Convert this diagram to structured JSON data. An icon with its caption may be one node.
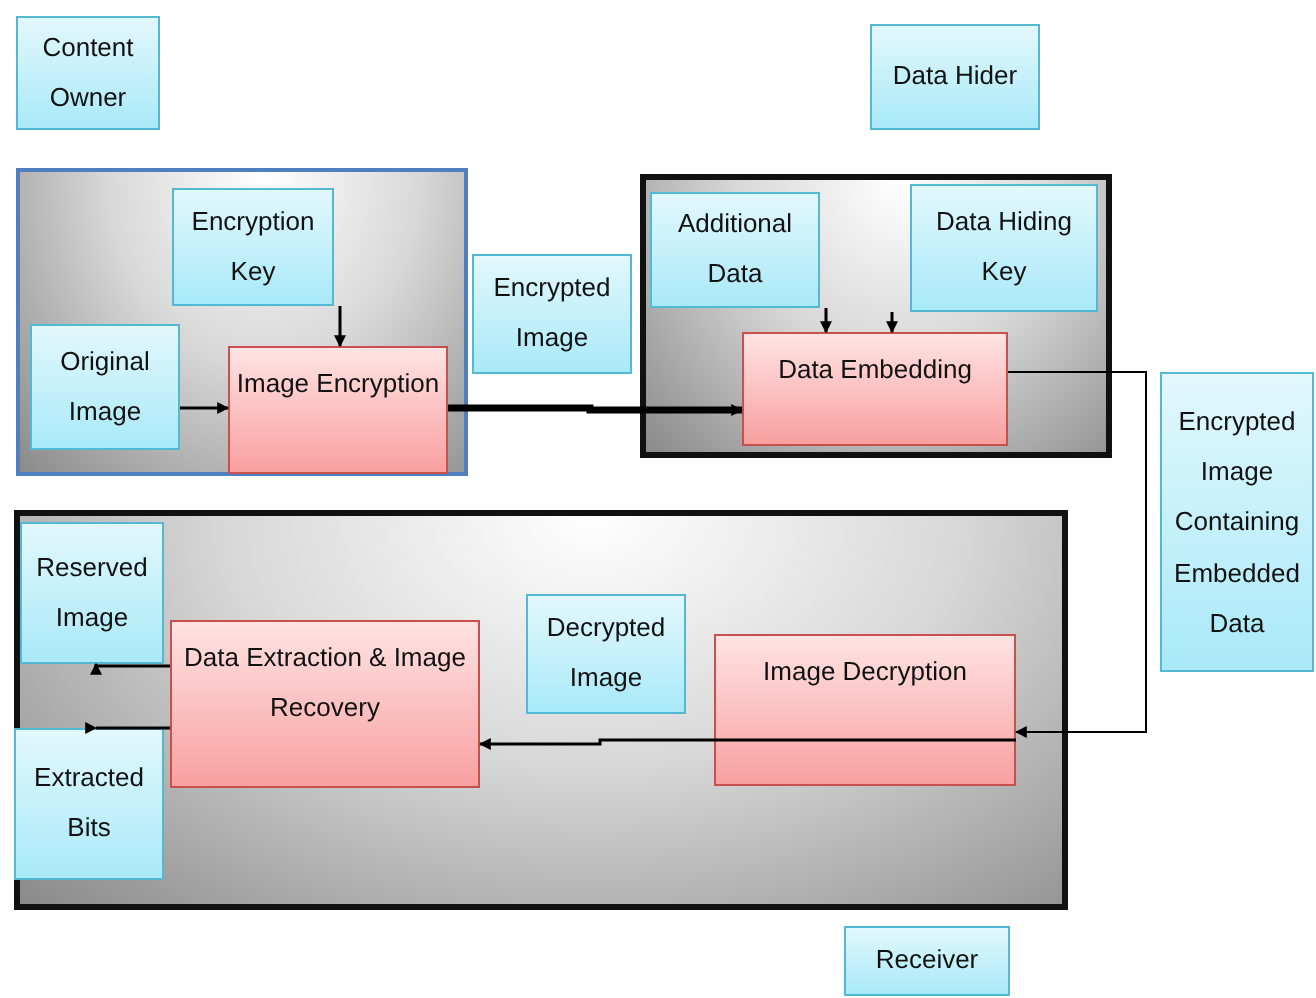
{
  "diagram": {
    "nodes": [
      {
        "text": [
          "Content Owner"
        ]
      },
      {
        "text": [
          "Data Hider"
        ]
      },
      {
        "text": [],
        "shape": "box"
      },
      {
        "text": [
          "Encryption Key"
        ],
        "in": 2
      },
      {
        "text": [
          "Original Image"
        ],
        "in": 2
      },
      {
        "text": [
          "Image Encryption"
        ],
        "in": 2
      },
      {
        "text": [
          "Encrypted Image"
        ]
      },
      {
        "text": [],
        "shape": "box"
      },
      {
        "text": [
          "Additional Data"
        ],
        "in": 7
      },
      {
        "text": [
          "Data Hiding Key"
        ],
        "in": 7
      },
      {
        "text": [
          "Data Embedding"
        ],
        "in": 7
      },
      {
        "text": [
          "Encrypted Image Containing Embedded Data"
        ]
      },
      {
        "text": [],
        "shape": "box"
      },
      {
        "text": [
          "Reserved Image"
        ],
        "in": 12
      },
      {
        "text": [
          "Data Extraction & Image Recovery"
        ],
        "in": 12
      },
      {
        "text": [
          "Decrypted Image"
        ],
        "in": 12
      },
      {
        "text": [
          "Image Decryption"
        ],
        "in": 12
      },
      {
        "text": [
          "Extracted Bits"
        ],
        "in": 12
      },
      {
        "text": [
          "Receiver"
        ]
      }
    ],
    "edges": [
      {
        "from": 3,
        "to": 5,
        "arrow": "to"
      },
      {
        "from": 4,
        "to": 5,
        "arrow": "to"
      },
      {
        "from": 5,
        "to": 10,
        "arrow": "to",
        "style": "thick"
      },
      {
        "from": 8,
        "to": 10,
        "arrow": "to"
      },
      {
        "from": 9,
        "to": 10,
        "arrow": "to"
      },
      {
        "from": 10,
        "to": 16,
        "arrow": "to"
      },
      {
        "from": 16,
        "to": 14,
        "arrow": "to"
      },
      {
        "from": 14,
        "to": 13,
        "arrow": "to"
      },
      {
        "from": 14,
        "to": 17,
        "arrow": "to"
      }
    ]
  }
}
